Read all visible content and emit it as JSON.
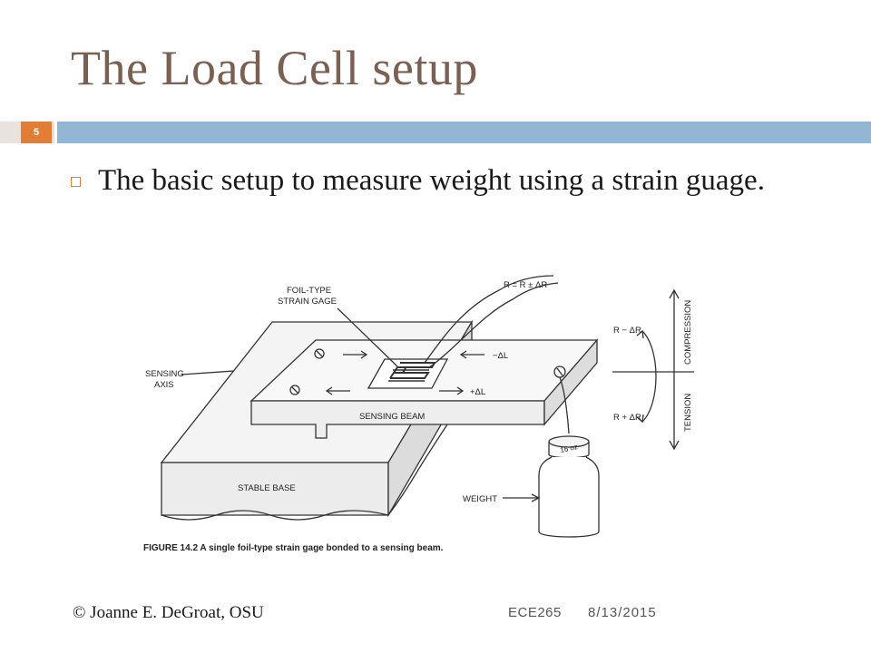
{
  "slide": {
    "title": "The Load Cell setup",
    "number": "5",
    "bullet": "The basic setup to measure weight using a strain guage."
  },
  "figure": {
    "labels": {
      "foil_type": "FOIL-TYPE",
      "strain_gage": "STRAIN GAGE",
      "resistance": "R = R ± ΔR",
      "sensing": "SENSING",
      "axis": "AXIS",
      "minus_dl": "−ΔL",
      "plus_dl": "+ΔL",
      "sensing_beam": "SENSING BEAM",
      "stable_base": "STABLE BASE",
      "weight": "WEIGHT",
      "jar_label": "16 oz",
      "r_minus": "R − ΔR",
      "r_plus": "R + ΔR",
      "compression": "COMPRESSION",
      "tension": "TENSION"
    },
    "caption": "FIGURE 14.2  A single foil-type strain gage bonded to a sensing beam."
  },
  "footer": {
    "copyright": "© Joanne E. DeGroat, OSU",
    "course": "ECE265",
    "date": "8/13/2015"
  }
}
